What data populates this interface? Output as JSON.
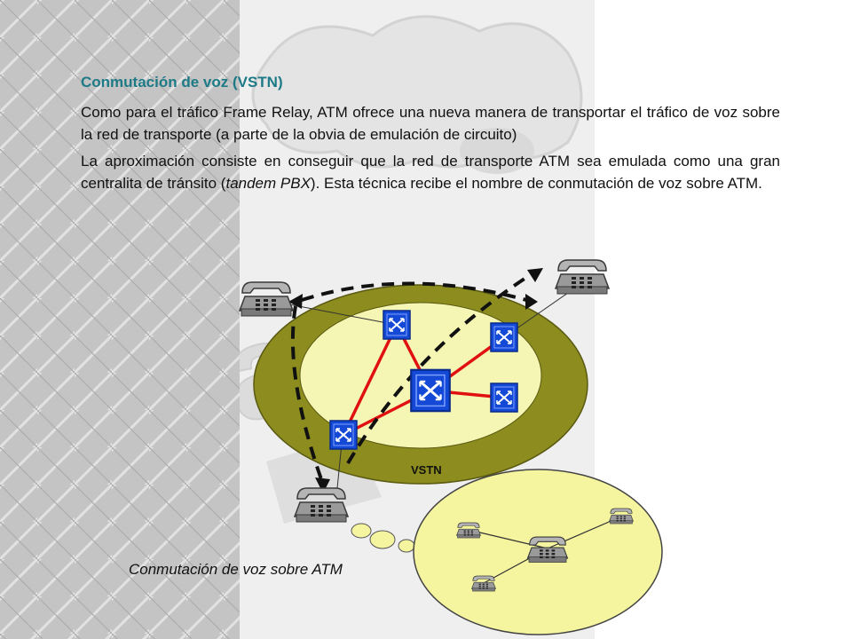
{
  "content": {
    "heading": "Conmutación de voz (VSTN)",
    "paragraph1": "Como para el tráfico Frame Relay, ATM ofrece una nueva manera de transportar el tráfico de voz sobre la red de transporte (a parte de la obvia de emulación de circuito)",
    "paragraph2": {
      "before": "La aproximación consiste en conseguir que la red de transporte ATM sea emulada como una gran centralita de tránsito (",
      "emphasis": "tandem PBX",
      "after": "). Esta técnica recibe el nombre de conmutación de voz sobre ATM."
    }
  },
  "diagram": {
    "network_label": "VSTN",
    "caption": "Conmutación de voz sobre ATM",
    "watermark_text": "atm",
    "colors": {
      "sidebar": "#c4c4c4",
      "ring": "#8c8c1f",
      "inner": "#f5f5b4",
      "pbx_cloud": "#f5f5a0",
      "switch": "#1448d6",
      "link": "#e01010",
      "heading": "#1d7a86"
    }
  }
}
